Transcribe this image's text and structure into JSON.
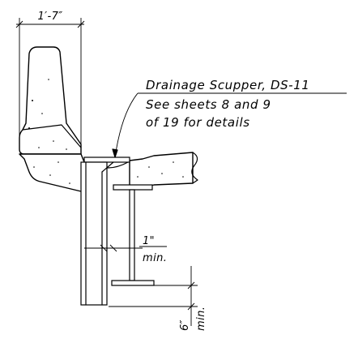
{
  "callout": {
    "line1": "Drainage Scupper, DS-11",
    "line2": "See sheets 8 and 9",
    "line3": "of 19 for details"
  },
  "dimensions": {
    "barrier_width": "1′-7″",
    "gap_value": "1\"",
    "gap_unit": "min.",
    "clearance_value": "6″",
    "clearance_unit": "min."
  }
}
